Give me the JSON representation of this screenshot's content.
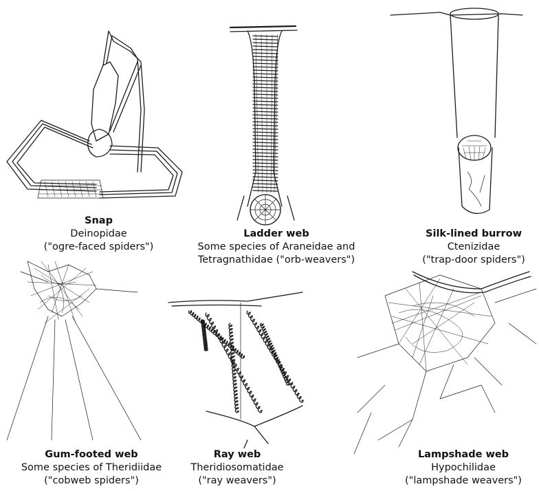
{
  "panels": [
    {
      "title": "Snap",
      "line1": "Deinopidae",
      "line2": "(\"ogre-faced spiders\")"
    },
    {
      "title": "Ladder web",
      "line1": "Some species of Araneidae and",
      "line2": "Tetragnathidae (\"orb-weavers\")"
    },
    {
      "title": "Silk-lined burrow",
      "line1": "Ctenizidae",
      "line2": "(\"trap-door spiders\")"
    },
    {
      "title": "Gum-footed web",
      "line1": "Some species of Theridiidae",
      "line2": "(\"cobweb spiders\")"
    },
    {
      "title": "Ray web",
      "line1": "Theridiosomatidae",
      "line2": "(\"ray weavers\")"
    },
    {
      "title": "Lampshade web",
      "line1": "Hypochilidae",
      "line2": "(\"lampshade weavers\")"
    }
  ]
}
